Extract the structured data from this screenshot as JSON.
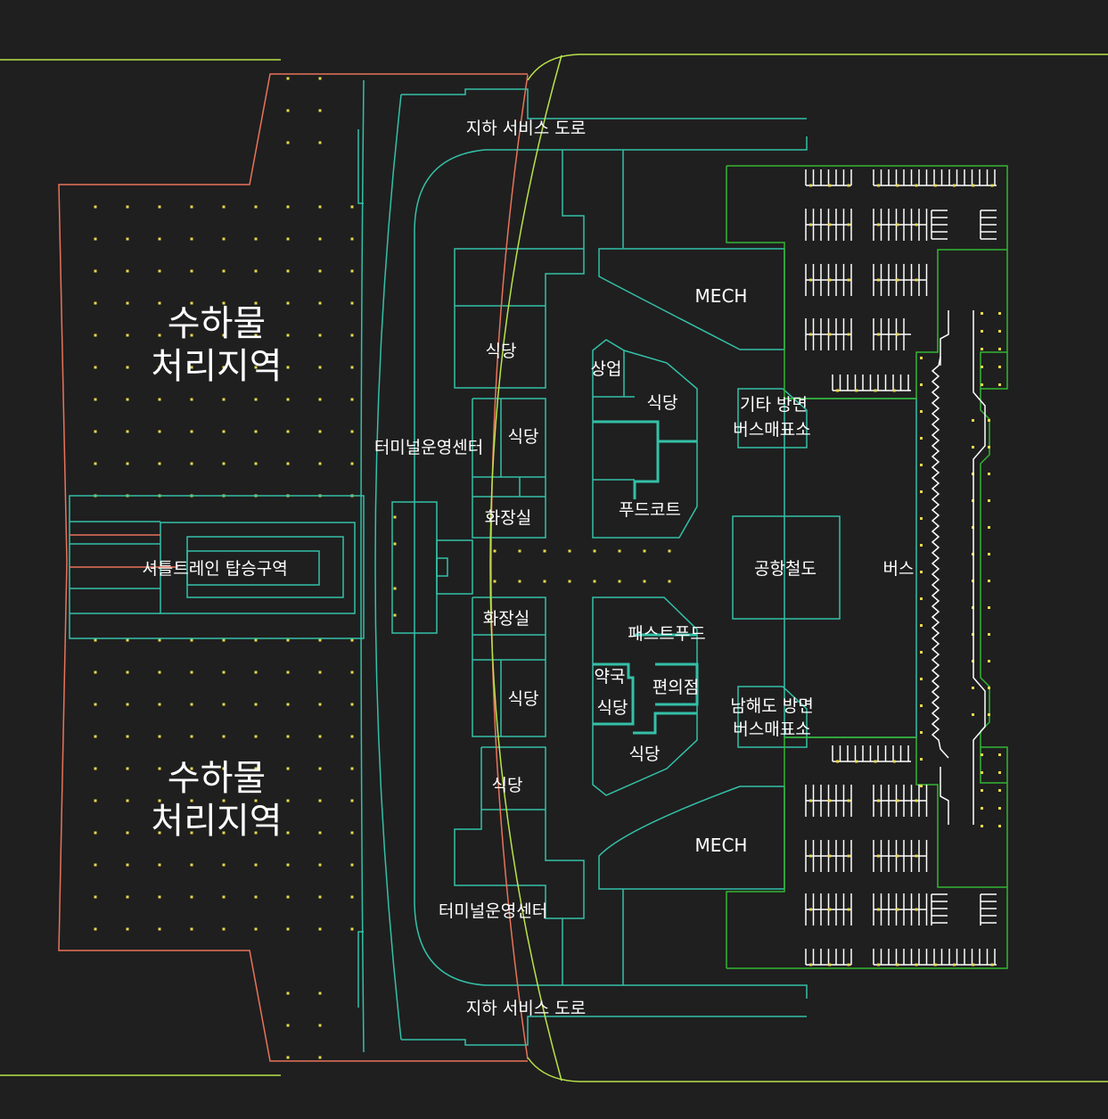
{
  "colors": {
    "background": "#1f1f1f",
    "baggage_outline": "#e8735a",
    "building_outline": "#34c0a8",
    "parking_outline": "#33b533",
    "rail_line": "#b9e34a",
    "dots": "#e6d84a",
    "text": "#ffffff"
  },
  "labels": {
    "baggage_top_1": "수하물",
    "baggage_top_2": "처리지역",
    "baggage_bottom_1": "수하물",
    "baggage_bottom_2": "처리지역",
    "shuttle_train": "셔틀트레인 탑승구역",
    "service_road_top": "지하 서비스 도로",
    "service_road_bottom": "지하 서비스 도로",
    "terminal_ops_top": "터미널운영센터",
    "terminal_ops_bottom": "터미널운영센터",
    "restaurant_1": "식당",
    "restaurant_2": "식당",
    "restaurant_3": "식당",
    "restaurant_4": "식당",
    "restaurant_5": "식당",
    "restaurant_6": "식당",
    "restaurant_7": "식당",
    "restroom_top": "화장실",
    "restroom_bottom": "화장실",
    "commerce": "상업",
    "food_court": "푸드코트",
    "fast_food": "패스트푸드",
    "pharmacy": "약국",
    "convenience_store": "편의점",
    "mech_top": "MECH",
    "mech_bottom": "MECH",
    "airport_rail": "공항철도",
    "bus": "버스",
    "ticket_other_1": "기타 방면",
    "ticket_other_2": "버스매표소",
    "ticket_south_1": "남해도 방면",
    "ticket_south_2": "버스매표소"
  }
}
